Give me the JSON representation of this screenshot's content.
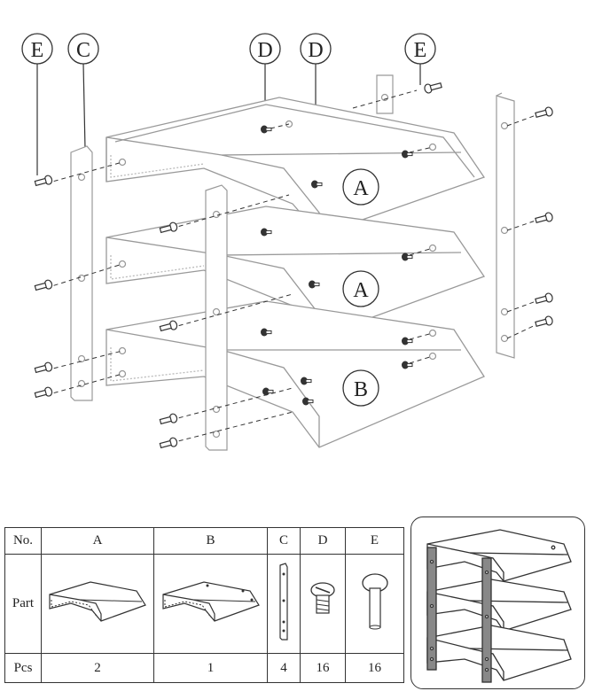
{
  "callouts": {
    "top": [
      "E",
      "C",
      "D",
      "D",
      "E"
    ]
  },
  "trays": [
    "A",
    "A",
    "B"
  ],
  "parts_table": {
    "header": {
      "no": "No.",
      "a": "A",
      "b": "B",
      "c": "C",
      "d": "D",
      "e": "E"
    },
    "part_label": "Part",
    "pcs_label": "Pcs",
    "pcs": {
      "a": "2",
      "b": "1",
      "c": "4",
      "d": "16",
      "e": "16"
    }
  },
  "colors": {
    "line": "#333333",
    "light_line": "#8a8a8a",
    "background": "#ffffff"
  }
}
